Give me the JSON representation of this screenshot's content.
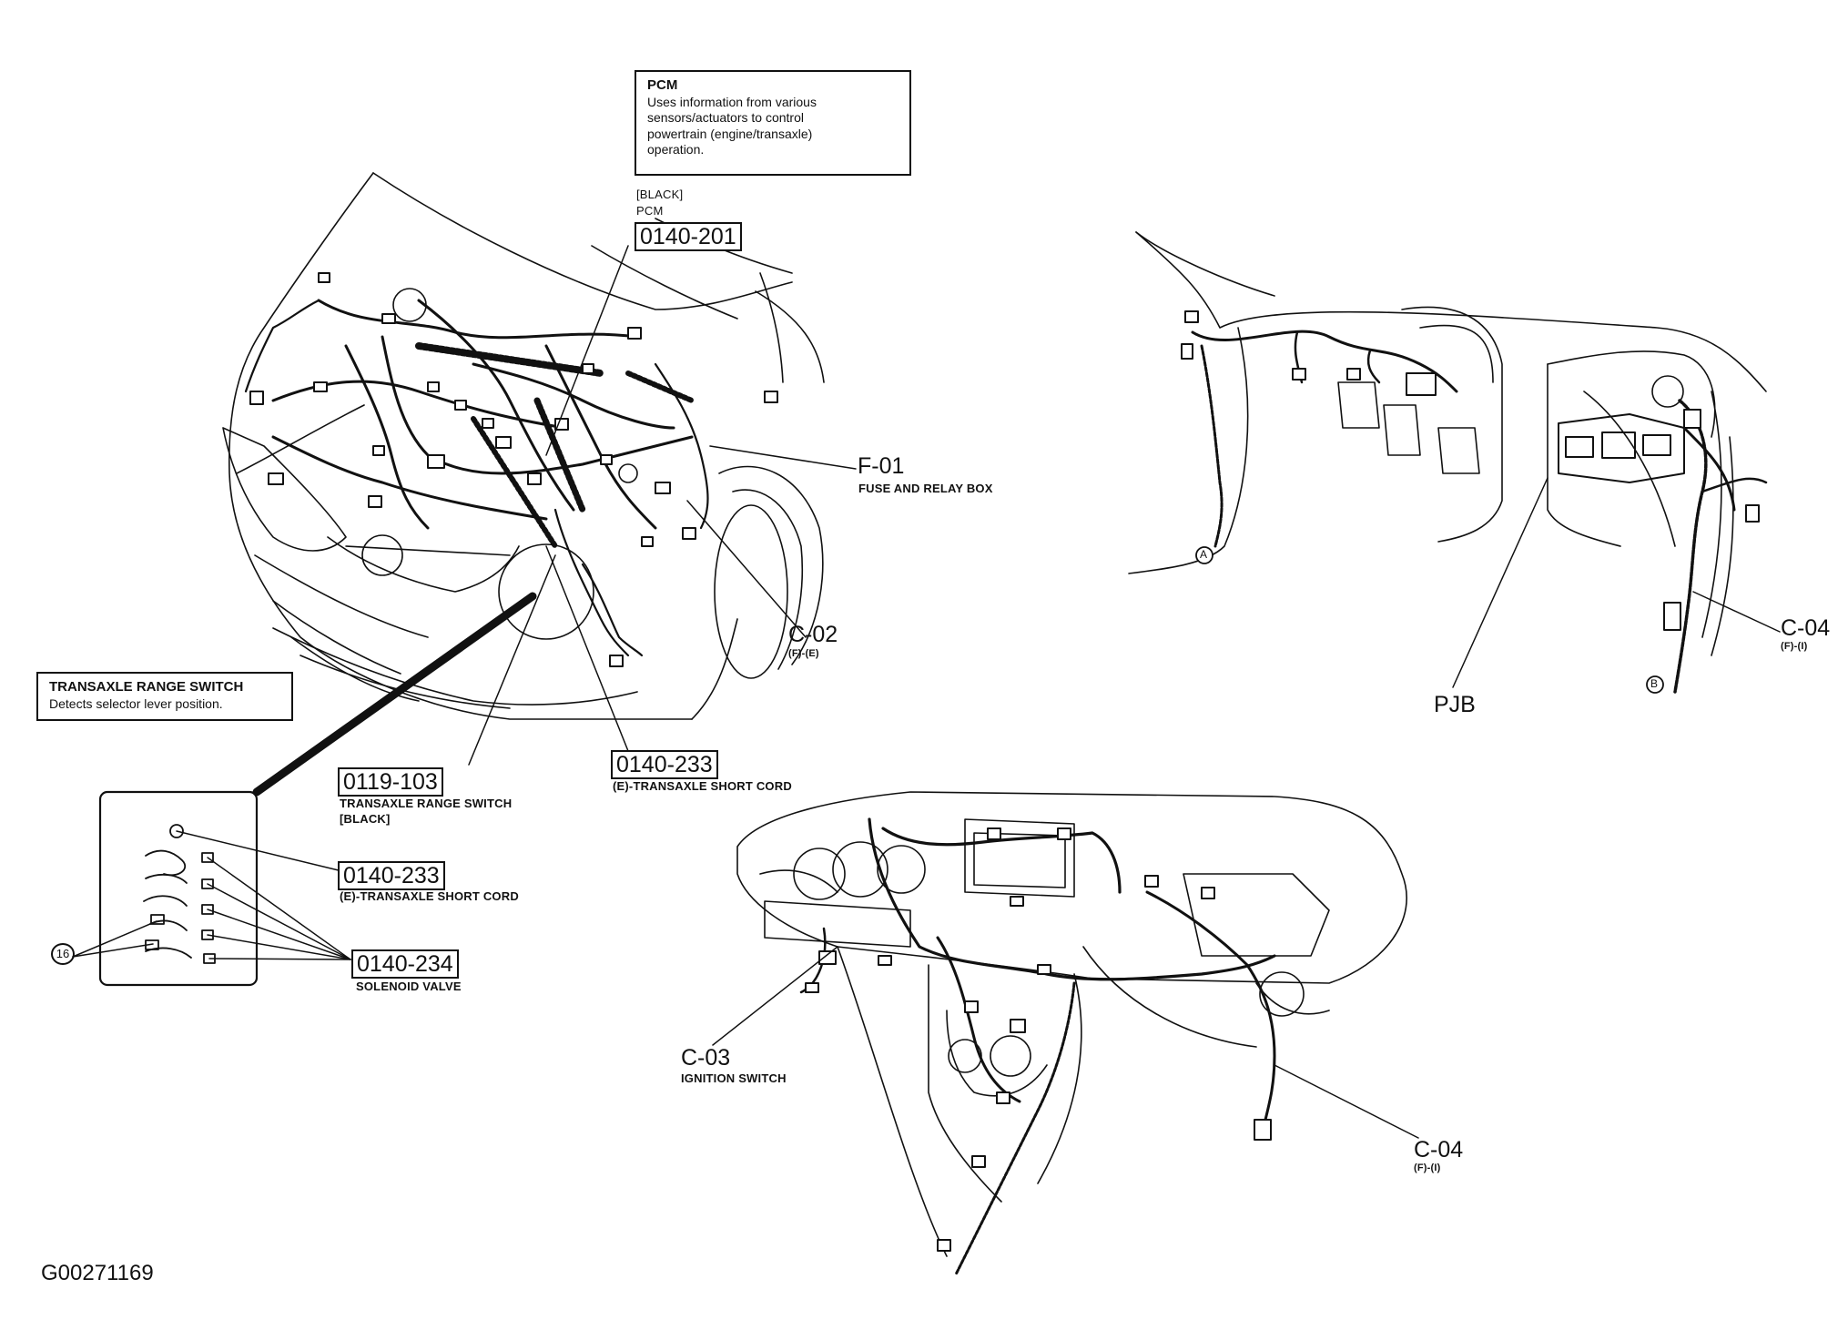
{
  "pcm_box": {
    "title": "PCM",
    "body_lines": [
      "Uses information from various",
      "sensors/actuators to control",
      "powertrain (engine/transaxle)",
      "operation."
    ]
  },
  "pcm_connector": {
    "color_note": "[BLACK]",
    "name": "PCM",
    "code": "0140-201"
  },
  "fuse_box": {
    "code": "F-01",
    "desc": "FUSE AND RELAY BOX"
  },
  "c02": {
    "code": "C-02",
    "sub": "(F)-(E)"
  },
  "trs_box": {
    "title": "TRANSAXLE RANGE SWITCH",
    "body": "Detects selector lever position."
  },
  "trs_connector": {
    "code": "0119-103",
    "desc_line1": "TRANSAXLE RANGE SWITCH",
    "desc_line2": "[BLACK]"
  },
  "short_cord_main": {
    "code": "0140-233",
    "desc": "(E)-TRANSAXLE SHORT CORD"
  },
  "detail": {
    "short_cord": {
      "code": "0140-233",
      "desc": "(E)-TRANSAXLE SHORT CORD"
    },
    "solenoid": {
      "code": "0140-234",
      "desc": "SOLENOID VALVE"
    },
    "ref_number": "16"
  },
  "cabin": {
    "c04": {
      "code": "C-04",
      "sub": "(F)-(I)"
    },
    "pjb": "PJB",
    "marker_a": "A",
    "marker_b": "B"
  },
  "dash": {
    "c03": {
      "code": "C-03",
      "desc": "IGNITION SWITCH"
    },
    "c04": {
      "code": "C-04",
      "sub": "(F)-(I)"
    }
  },
  "figure_id": "G00271169",
  "icons": [
    "engine-harness-drawing",
    "cabin-harness-drawing",
    "dashboard-harness-drawing"
  ]
}
